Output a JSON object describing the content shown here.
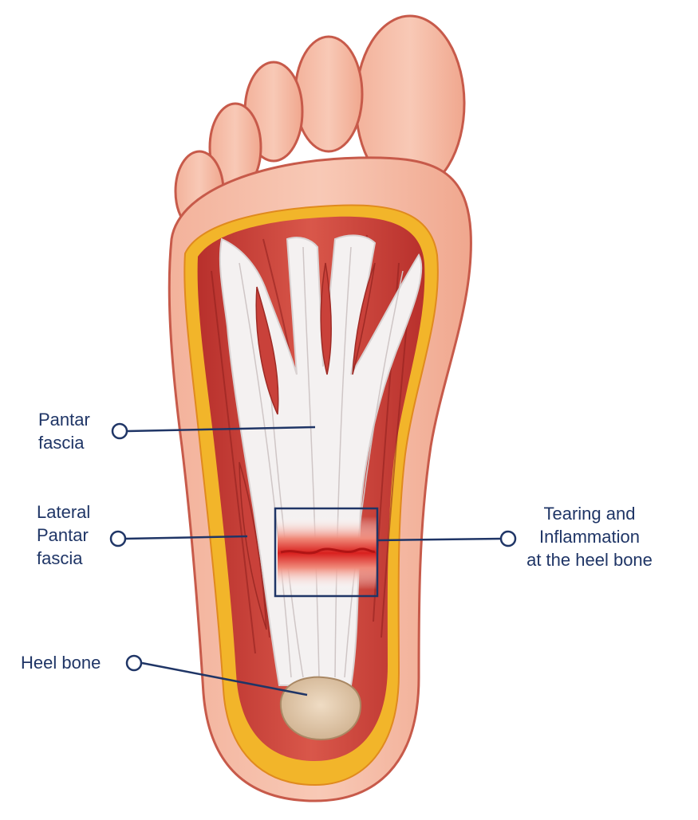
{
  "labels": {
    "plantar_fascia": [
      "Pantar",
      "fascia"
    ],
    "lateral_plantar_fascia": [
      "Lateral",
      "Pantar",
      "fascia"
    ],
    "tearing": [
      "Tearing and",
      "Inflammation",
      "at the heel bone"
    ],
    "heel_bone": [
      "Heel bone"
    ]
  },
  "colors": {
    "label_text": "#1f3566",
    "leader_line": "#1f3566",
    "skin": "#f4b9a4",
    "skin_outline": "#c75a4a",
    "muscle": "#c9413a",
    "fascia": "#f4f1f1",
    "fat": "#f2b52a",
    "bone": "#e4cdb0",
    "inflammation": "#e0322a"
  }
}
